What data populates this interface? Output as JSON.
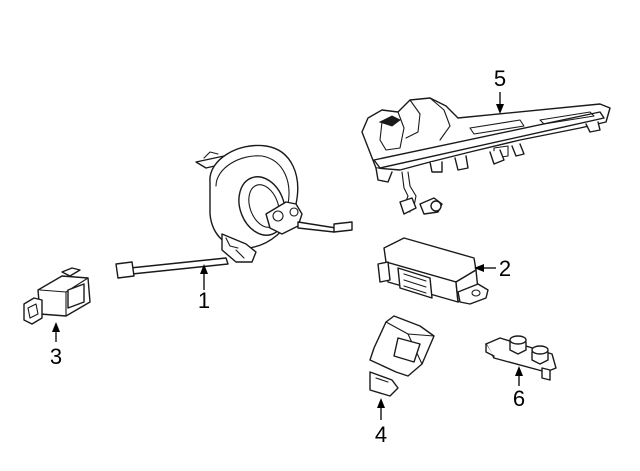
{
  "colors": {
    "background": "#ffffff",
    "line": "#1a1a1a"
  },
  "callouts": {
    "c1": "1",
    "c2": "2",
    "c3": "3",
    "c4": "4",
    "c5": "5",
    "c6": "6"
  }
}
